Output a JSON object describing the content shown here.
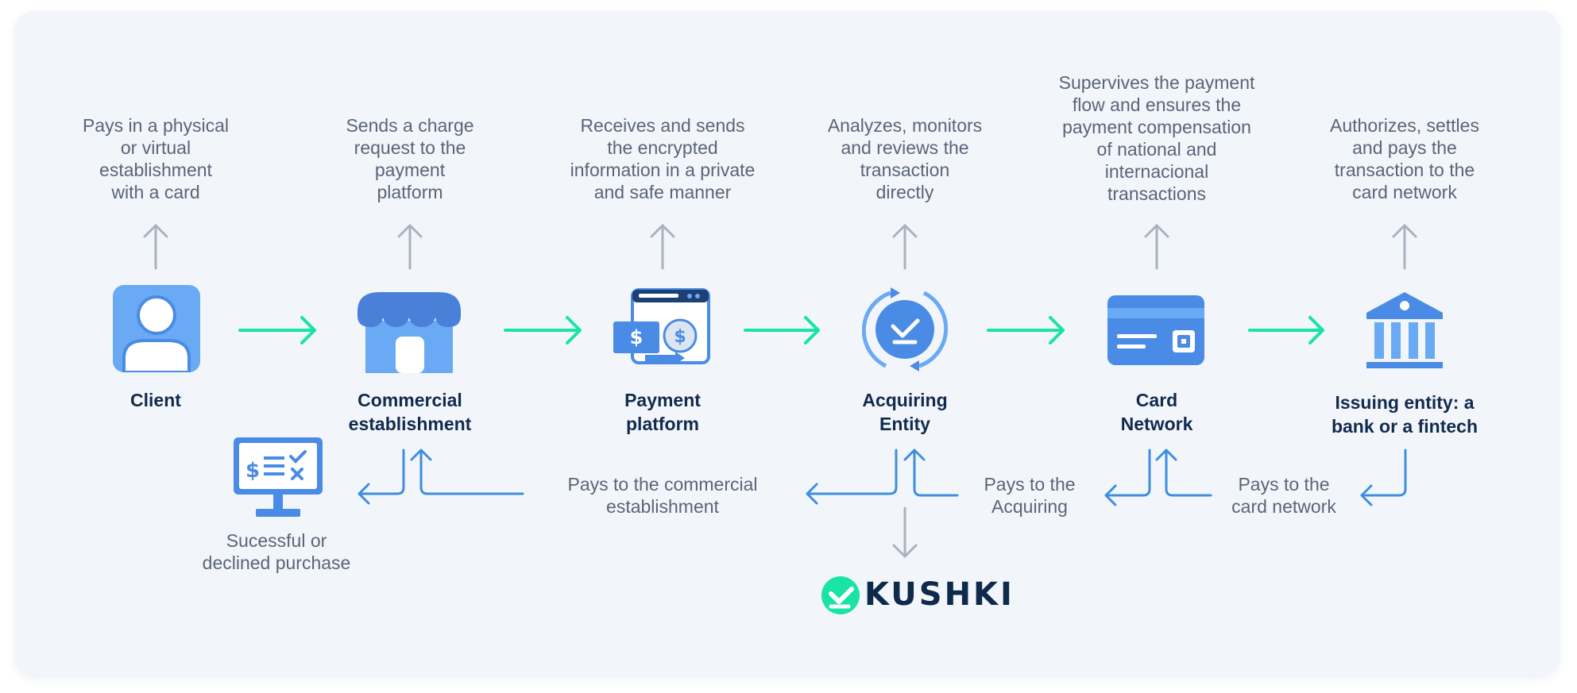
{
  "colors": {
    "background": "#f2f6fb",
    "flow_arrow": "#19e3a6",
    "return_arrow": "#3d8ee0",
    "up_arrow": "#a9b2be",
    "icon_primary": "#4a8be6",
    "icon_light": "#6aaaf4",
    "label": "#122a4d",
    "text": "#5b6478"
  },
  "nodes": [
    {
      "label": "Client",
      "description": "Pays in a physical\nor virtual\nestablishment\nwith a card",
      "icon": "user-icon"
    },
    {
      "label": "Commercial\nestablishment",
      "description": "Sends a charge\nrequest to the\npayment\nplatform",
      "icon": "store-icon"
    },
    {
      "label": "Payment\nplatform",
      "description": "Receives and sends\nthe encrypted\ninformation in a private\nand safe manner",
      "icon": "payment-window-icon"
    },
    {
      "label": "Acquiring\nEntity",
      "description": "Analyzes, monitors\nand reviews the\ntransaction\ndirectly",
      "icon": "cycle-check-icon"
    },
    {
      "label": "Card\nNetwork",
      "description": "Supervives the payment\nflow and ensures the\npayment compensation\nof national and\ninternacional\ntransactions",
      "icon": "credit-card-icon"
    },
    {
      "label": "Issuing entity: a\nbank or a fintech",
      "description": "Authorizes, settles\nand pays the\ntransaction to the\ncard network",
      "icon": "bank-icon"
    }
  ],
  "returns": {
    "purchase_result": "Sucessful or\ndeclined purchase",
    "pays_commercial": "Pays to the commercial\nestablishment",
    "pays_acquiring": "Pays to the\nAcquiring",
    "pays_card_network": "Pays to the\ncard network"
  },
  "logo": {
    "text": "KUSHKI"
  }
}
